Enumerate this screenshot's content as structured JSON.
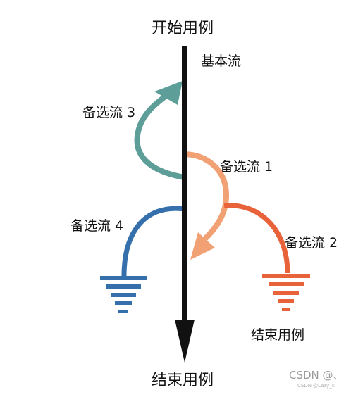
{
  "labels": {
    "start": "开始用例",
    "basic_flow": "基本流",
    "alt_flow_3": "备选流 3",
    "alt_flow_1": "备选流 1",
    "alt_flow_4": "备选流 4",
    "alt_flow_2": "备选流 2",
    "alt_end": "结束用例",
    "end": "结束用例"
  },
  "watermark": {
    "main": "CSDN @、",
    "sub": "CSDN @Lazy_c"
  },
  "colors": {
    "basic": "#111111",
    "alt1": "#f2a174",
    "alt2": "#e8623a",
    "alt3": "#5e9e98",
    "alt4": "#3570ad"
  }
}
